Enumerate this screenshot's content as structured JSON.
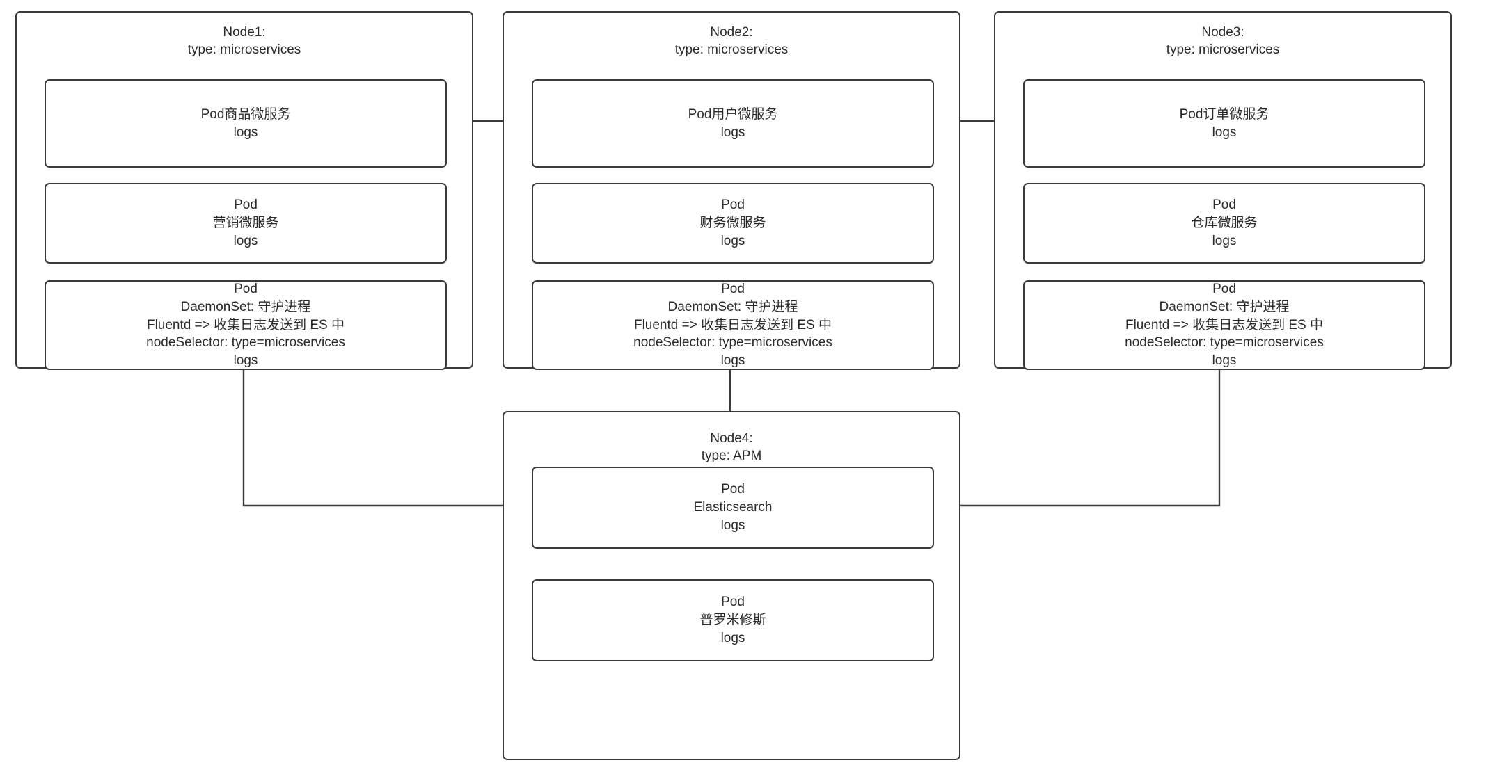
{
  "diagram": {
    "title": "Kubernetes Node / Pod logging architecture",
    "background_color": "#ffffff",
    "stroke_color": "#3a3a3a",
    "text_color": "#2b2b2b"
  },
  "nodes": [
    {
      "id": "node1",
      "title": "Node1:\ntype: microservices",
      "pods": [
        {
          "id": "node1-pod-product",
          "text": "Pod商品微服务\nlogs"
        },
        {
          "id": "node1-pod-marketing",
          "text": "Pod\n营销微服务\nlogs"
        },
        {
          "id": "node1-pod-daemonset",
          "text": "Pod\nDaemonSet:  守护进程\nFluentd => 收集日志发送到 ES 中\nnodeSelector:  type=microservices\nlogs"
        }
      ]
    },
    {
      "id": "node2",
      "title": "Node2:\ntype: microservices",
      "pods": [
        {
          "id": "node2-pod-user",
          "text": "Pod用户微服务\nlogs"
        },
        {
          "id": "node2-pod-finance",
          "text": "Pod\n财务微服务\nlogs"
        },
        {
          "id": "node2-pod-daemonset",
          "text": "Pod\nDaemonSet:  守护进程\nFluentd => 收集日志发送到 ES 中\nnodeSelector:  type=microservices\nlogs"
        }
      ]
    },
    {
      "id": "node3",
      "title": "Node3:\ntype: microservices",
      "pods": [
        {
          "id": "node3-pod-order",
          "text": "Pod订单微服务\nlogs"
        },
        {
          "id": "node3-pod-warehouse",
          "text": "Pod\n仓库微服务\nlogs"
        },
        {
          "id": "node3-pod-daemonset",
          "text": "Pod\nDaemonSet:  守护进程\nFluentd => 收集日志发送到 ES 中\nnodeSelector:  type=microservices\nlogs"
        }
      ]
    },
    {
      "id": "node4",
      "title": "Node4:\ntype: APM",
      "pods": [
        {
          "id": "node4-pod-elasticsearch",
          "text": "Pod\nElasticsearch\nlogs"
        },
        {
          "id": "node4-pod-prometheus",
          "text": "Pod\n普罗米修斯\nlogs"
        }
      ]
    }
  ],
  "edges": [
    {
      "id": "edge-product-to-user",
      "from": "node1-pod-product",
      "to": "node2-pod-user",
      "arrow": "right"
    },
    {
      "id": "edge-user-to-order",
      "from": "node2-pod-user",
      "to": "node3-pod-order",
      "arrow": "right"
    },
    {
      "id": "edge-order-to-warehouse",
      "from": "node3-pod-order",
      "to": "node3-pod-warehouse",
      "arrow": "left"
    },
    {
      "id": "edge-node1-daemonset-to-elasticsearch",
      "from": "node1-pod-daemonset",
      "to": "node4-pod-elasticsearch",
      "arrow": "right"
    },
    {
      "id": "edge-node2-daemonset-to-elasticsearch",
      "from": "node2-pod-daemonset",
      "to": "node4-pod-elasticsearch",
      "arrow": "down"
    },
    {
      "id": "edge-node3-daemonset-to-elasticsearch",
      "from": "node3-pod-daemonset",
      "to": "node4-pod-elasticsearch",
      "arrow": "left"
    }
  ]
}
